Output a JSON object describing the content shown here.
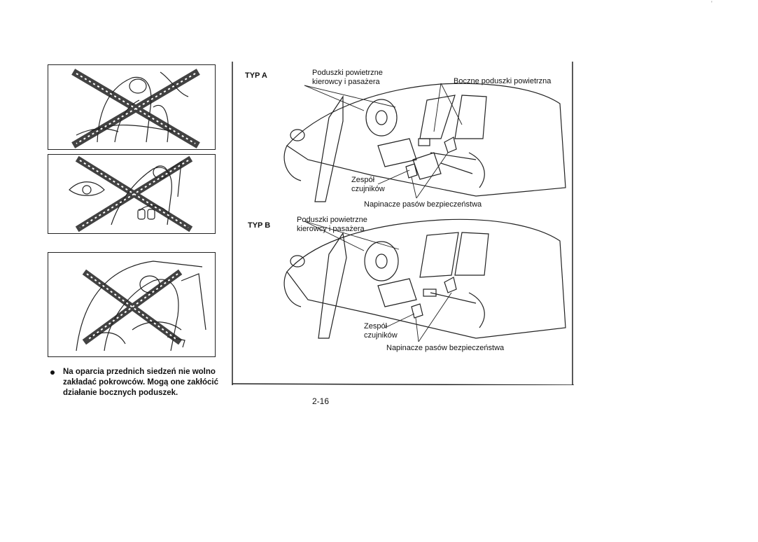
{
  "bullet_note": "Na oparcia przednich siedzeń nie wolno zakładać pokrowców. Mogą one zakłócić działanie bocznych poduszek.",
  "type_a": {
    "label": "TYP A",
    "callout_airbags_line1": "Poduszki powietrzne",
    "callout_airbags_line2": "kierowcy i pasażera",
    "callout_side_airbags": "Boczne poduszki powietrzna",
    "callout_sensor_line1": "Zespół",
    "callout_sensor_line2": "czujników",
    "callout_pretensioners": "Napinacze pasów bezpieczeństwa"
  },
  "type_b": {
    "label": "TYP B",
    "callout_airbags_line1": "Poduszki powietrzne",
    "callout_airbags_line2": "kierowcy i pasażera",
    "callout_sensor_line1": "Zespół",
    "callout_sensor_line2": "czujników",
    "callout_pretensioners": "Napinacze pasów bezpieczeństwa"
  },
  "page_number": "2-16",
  "corner_mark": "'"
}
